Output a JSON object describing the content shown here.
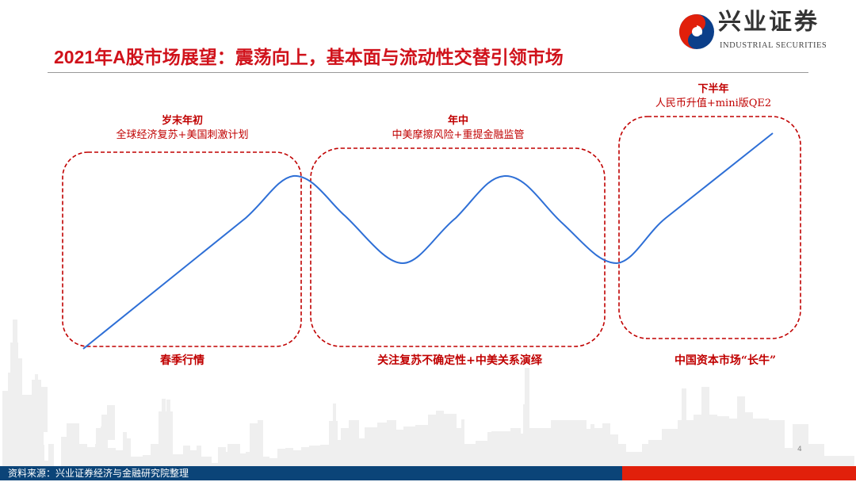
{
  "header": {
    "title": "2021年A股市场展望：震荡向上，基本面与流动性交替引领市场",
    "logo_cn": "兴业证券",
    "logo_en": "INDUSTRIAL SECURITIES"
  },
  "phases": [
    {
      "period": "岁末年初",
      "drivers": "全球经济复苏+美国刺激计划",
      "theme": "春季行情"
    },
    {
      "period": "年中",
      "drivers": "中美摩擦风险+重提金融监管",
      "theme": "关注复苏不确定性+中美关系演绎"
    },
    {
      "period": "下半年",
      "drivers": "人民币升值+mini版QE2",
      "theme": "中国资本市场“长牛”"
    }
  ],
  "footer": {
    "source": "资料来源：兴业证券经济与金融研究院整理",
    "page": "4"
  },
  "colors": {
    "accent": "#d0121b",
    "line": "#2e6fd6",
    "footer_blue": "#0b4478",
    "footer_red": "#e1200b"
  }
}
